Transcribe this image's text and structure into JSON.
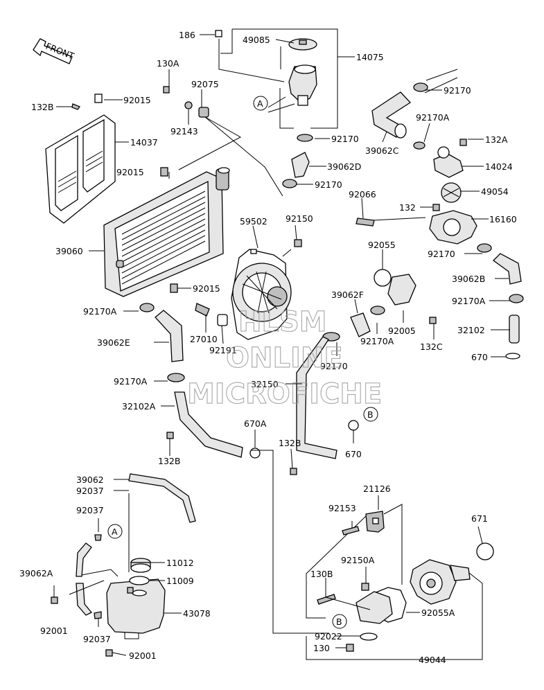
{
  "watermark": {
    "line1": "HLSM",
    "line2": "ONLINE",
    "line3": "MICROFICHE"
  },
  "direction_label": "FRONT",
  "callouts": {
    "a": "A",
    "b": "B"
  },
  "labels": [
    "186",
    "49085",
    "14075",
    "130A",
    "92075",
    "92015",
    "132B",
    "14037",
    "92143",
    "92170",
    "92170",
    "39062C",
    "92170A",
    "132A",
    "14024",
    "39062D",
    "92015",
    "92170",
    "49054",
    "92066",
    "132",
    "16160",
    "59502",
    "92150",
    "92055",
    "39060",
    "92170",
    "39062B",
    "92015",
    "39062F",
    "92170A",
    "92170A",
    "92005",
    "32102",
    "39062E",
    "27010",
    "92191",
    "92170A",
    "132C",
    "92170",
    "670",
    "92170A",
    "32150",
    "32102A",
    "670A",
    "670",
    "132B",
    "132B",
    "39062",
    "21126",
    "92037",
    "92153",
    "671",
    "92037",
    "92150A",
    "39062A",
    "11012",
    "130B",
    "11009",
    "43078",
    "92055A",
    "92001",
    "92037",
    "92022",
    "92001",
    "130",
    "49044"
  ]
}
